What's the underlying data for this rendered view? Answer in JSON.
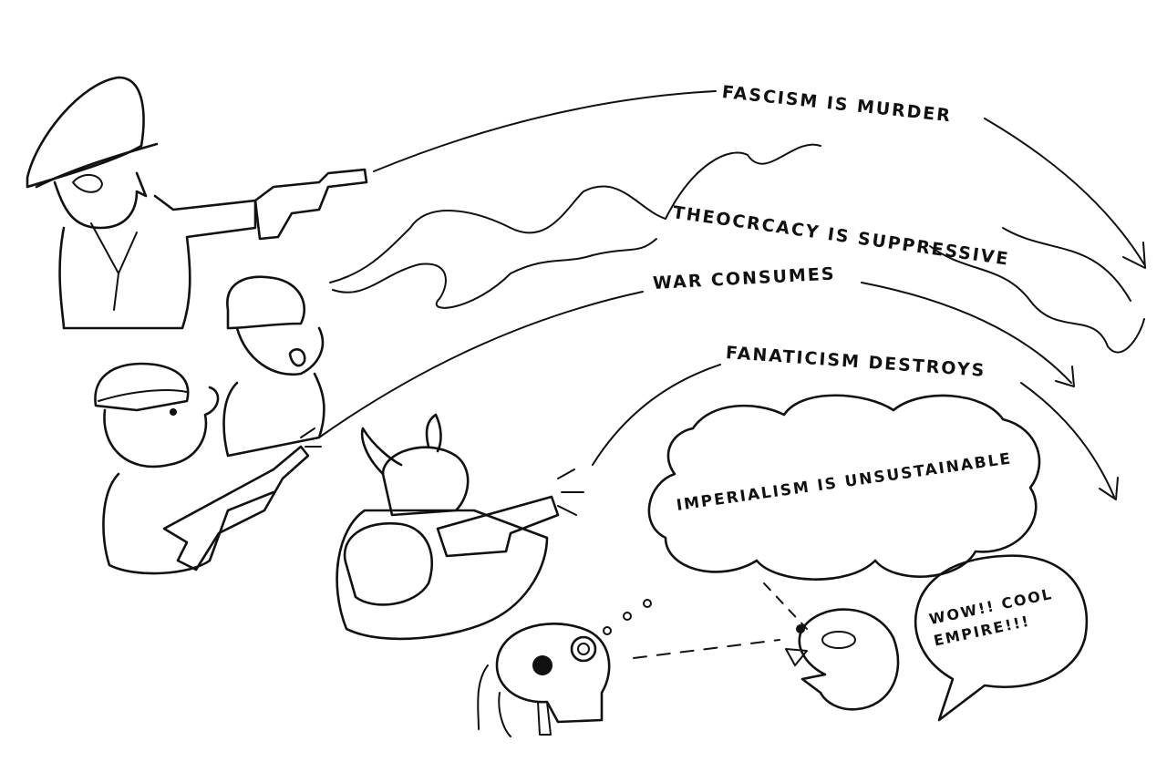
{
  "labels": {
    "fascism": "FASCISM IS MURDER",
    "theocracy": "THEOCRCACY IS SUPPRESSIVE",
    "war": "WAR CONSUMES",
    "fanaticism": "FANATICISM DESTROYS",
    "imperialism": "IMPERIALISM IS UNSUSTAINABLE",
    "speech": "WOW!! COOL EMPIRE!!!"
  },
  "colors": {
    "ink": "#111111",
    "paper": "#ffffff"
  }
}
